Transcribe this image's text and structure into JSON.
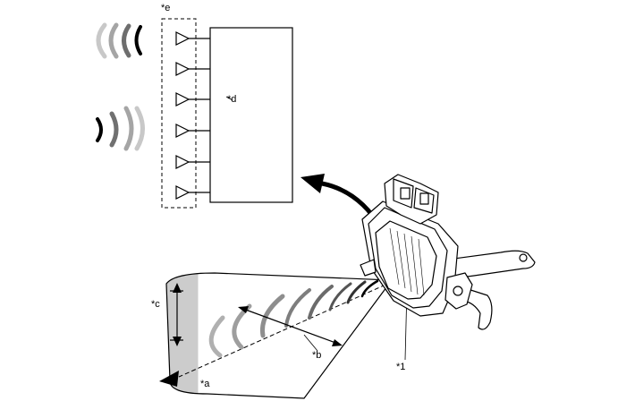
{
  "labels": {
    "e": "*e",
    "d": "*d",
    "c": "*c",
    "b": "*b",
    "a": "*a",
    "one": "*1"
  },
  "colors": {
    "line": "#000000",
    "wave_gray": "#8c8c8c",
    "shade": "#cfcfcf"
  }
}
